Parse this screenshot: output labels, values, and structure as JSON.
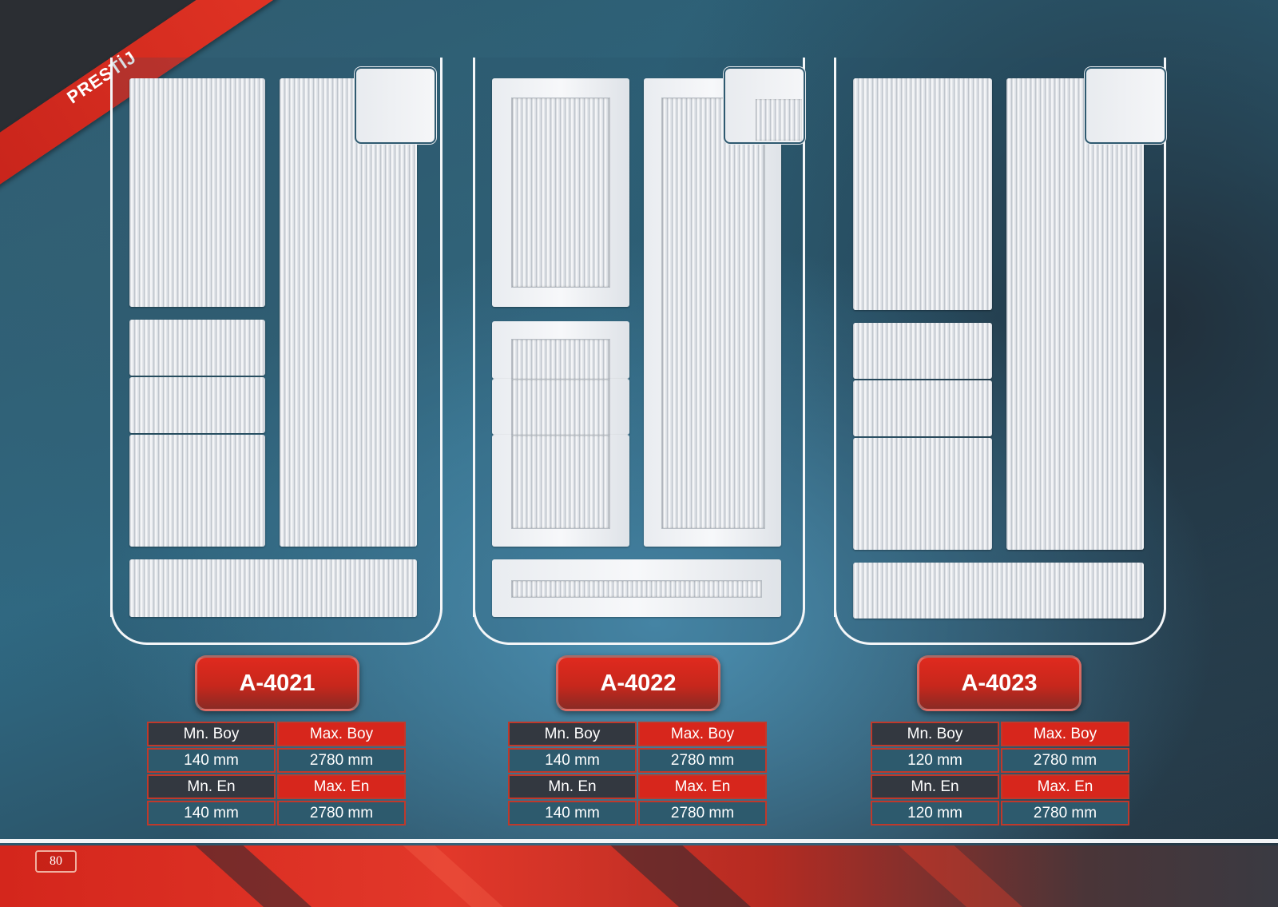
{
  "banner": {
    "label": "PRESTİJ"
  },
  "models": [
    {
      "code": "A-4021",
      "specs": [
        {
          "label": "Mn. Boy",
          "max_label": "Max. Boy",
          "min_value": "140 mm",
          "max_value": "2780 mm"
        },
        {
          "label": "Mn. En",
          "max_label": "Max. En",
          "min_value": "140 mm",
          "max_value": "2780 mm"
        }
      ]
    },
    {
      "code": "A-4022",
      "specs": [
        {
          "label": "Mn. Boy",
          "max_label": "Max. Boy",
          "min_value": "140 mm",
          "max_value": "2780 mm"
        },
        {
          "label": "Mn. En",
          "max_label": "Max. En",
          "min_value": "140 mm",
          "max_value": "2780 mm"
        }
      ]
    },
    {
      "code": "A-4023",
      "specs": [
        {
          "label": "Mn. Boy",
          "max_label": "Max. Boy",
          "min_value": "120 mm",
          "max_value": "2780 mm"
        },
        {
          "label": "Mn. En",
          "max_label": "Max. En",
          "min_value": "120 mm",
          "max_value": "2780 mm"
        }
      ]
    }
  ],
  "footer": {
    "page_number": "80"
  },
  "colors": {
    "accent_red": "#d7261c",
    "dark_cell": "#333840",
    "teal_cell": "#2d5a6d"
  }
}
